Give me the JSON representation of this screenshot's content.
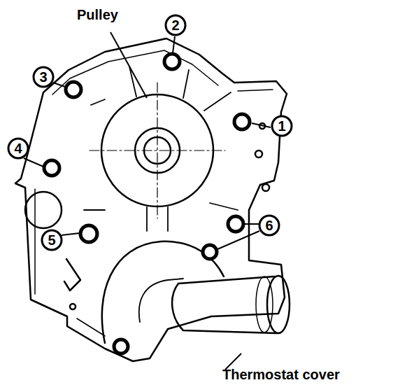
{
  "diagram": {
    "nodes": [
      {
        "text": [
          "1"
        ]
      },
      {
        "text": [
          "2"
        ]
      },
      {
        "text": [
          "3"
        ]
      },
      {
        "text": [
          "4"
        ]
      },
      {
        "text": [
          "5"
        ]
      },
      {
        "text": [
          "6"
        ]
      }
    ],
    "labels": [
      "Pulley",
      "Thermostat cover"
    ]
  }
}
